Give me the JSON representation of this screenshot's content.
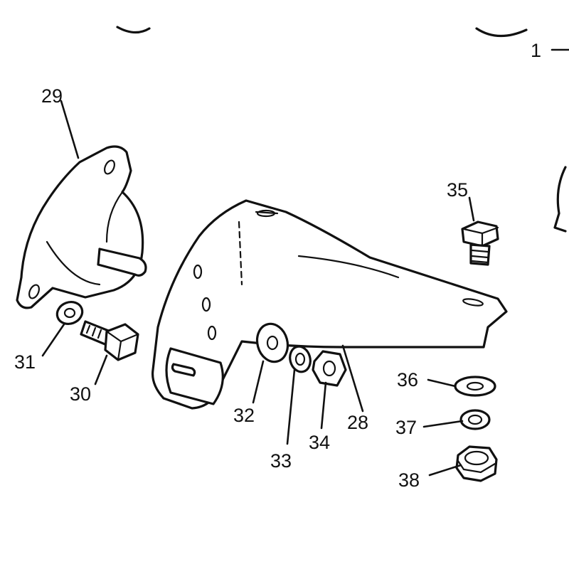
{
  "callouts": {
    "c1": "1",
    "c28": "28",
    "c29": "29",
    "c30": "30",
    "c31": "31",
    "c32": "32",
    "c33": "33",
    "c34": "34",
    "c35": "35",
    "c36": "36",
    "c37": "37",
    "c38": "38"
  }
}
